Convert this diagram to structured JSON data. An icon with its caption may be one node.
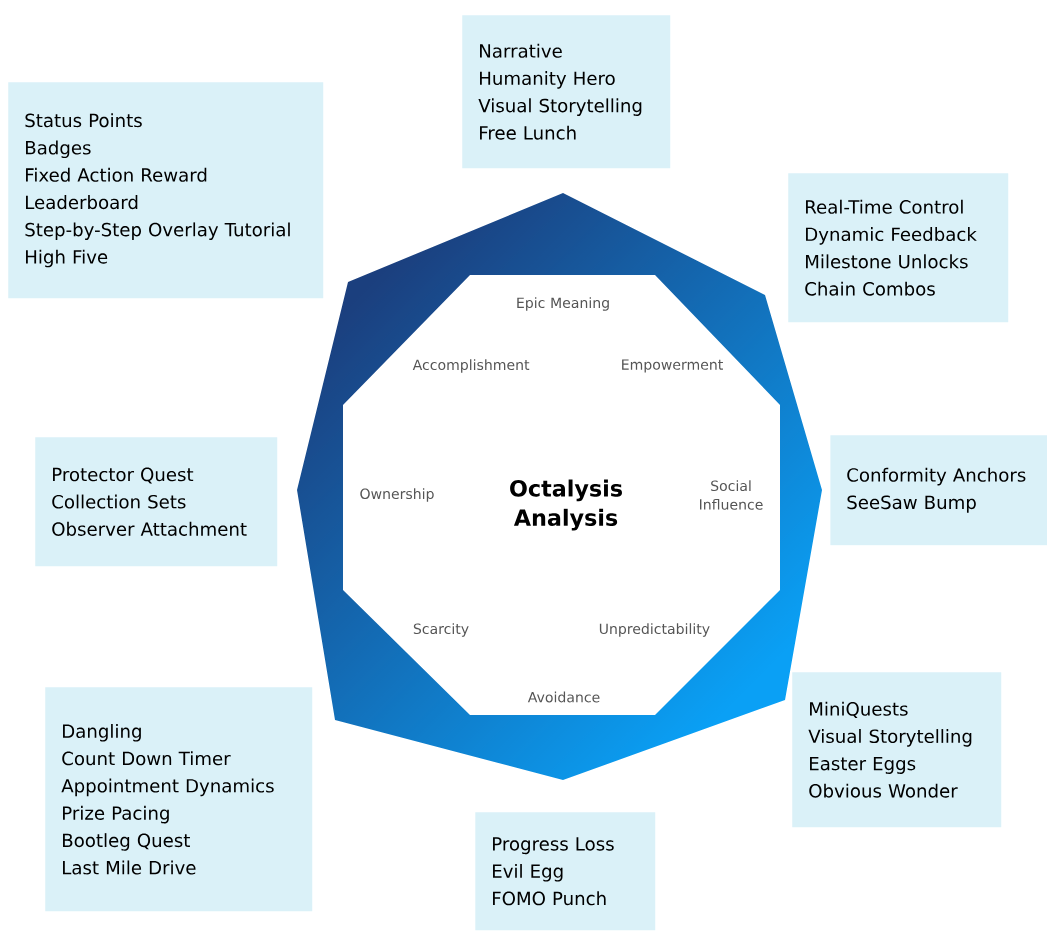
{
  "diagram": {
    "nodes": [
      {
        "text": [
          "Epic Meaning",
          "Accomplishment",
          "Empowerment",
          "Ownership",
          "Octalysis Analysis",
          "Social Influence",
          "Scarcity",
          "Unpredictability",
          "Avoidance"
        ]
      },
      {
        "text": [
          "Narrative",
          "Humanity Hero",
          "Visual Storytelling",
          "Free Lunch"
        ]
      },
      {
        "text": [
          "Status Points",
          "Badges",
          "Fixed Action Reward",
          "Leaderboard",
          "Step-by-Step Overlay Tutorial",
          "High Five"
        ]
      },
      {
        "text": [
          "Real-Time Control",
          "Dynamic Feedback",
          "Milestone Unlocks",
          "Chain Combos"
        ]
      },
      {
        "text": [
          "Conformity Anchors",
          "SeeSaw Bump"
        ]
      },
      {
        "text": [
          "Protector Quest",
          "Collection Sets",
          "Observer Attachment"
        ]
      },
      {
        "text": [
          "MiniQuests",
          "Visual Storytelling",
          "Easter Eggs",
          "Obvious Wonder"
        ]
      },
      {
        "text": [
          "Dangling",
          "Count Down Timer",
          "Appointment Dynamics",
          "Prize Pacing",
          "Bootleg Quest",
          "Last Mile Drive"
        ]
      },
      {
        "text": [
          "Progress Loss",
          "Evil Egg",
          "FOMO Punch"
        ]
      }
    ],
    "edges": []
  }
}
